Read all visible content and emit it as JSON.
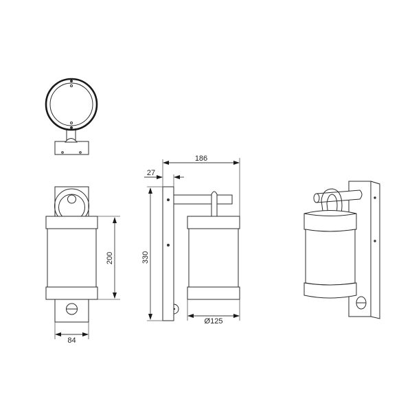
{
  "drawing": {
    "title": "Wall lantern with motion sensor - dimensional drawing",
    "line_color": "#2a2a2a",
    "background": "#ffffff",
    "views": [
      {
        "name": "top-view"
      },
      {
        "name": "front-view"
      },
      {
        "name": "side-view"
      },
      {
        "name": "perspective-view"
      }
    ]
  },
  "dimensions": {
    "front_height": "200",
    "front_plate_width": "84",
    "side_total_height": "330",
    "side_projection": "186",
    "side_plate_depth": "27",
    "side_diameter": "Ø125"
  }
}
